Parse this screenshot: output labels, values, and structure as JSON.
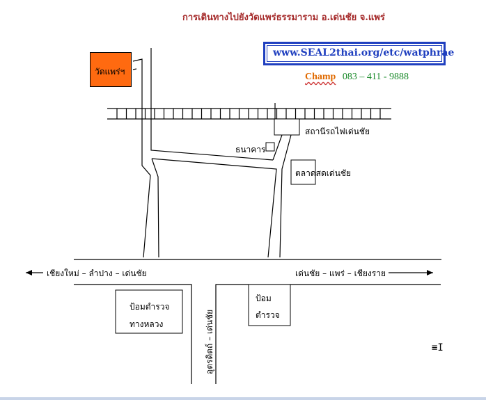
{
  "title": "การเดินทางไปยังวัดแพร่ธรรมาราม อ.เด่นชัย จ.แพร่",
  "url": "www.SEAL2thai.org/etc/watphrae",
  "contact": {
    "name": "Champ",
    "phone": "083 – 411 - 9888"
  },
  "places": {
    "temple": "วัดแพร่ฯ",
    "train_station": "สถานีรถไฟเด่นชัย",
    "bank": "ธนาคาร",
    "market": "ตลาดสดเด่นชัย",
    "police_left_line1": "ป้อมตำรวจ",
    "police_left_line2": "ทางหลวง",
    "police_right_line1": "ป้อม",
    "police_right_line2": "ตำรวจ"
  },
  "roads": {
    "west": "เชียงใหม่ – ลำปาง – เด่นชัย",
    "east": "เด่นชัย – แพร่ – เชียงราย",
    "south": "อุตรดิตถ์ – เด่นชัย"
  },
  "colors": {
    "title": "#a52a2a",
    "url": "#1f3fbf",
    "temple_fill": "#ff6a10",
    "contact_name": "#e06a00",
    "contact_phone": "#1a8a2a"
  }
}
